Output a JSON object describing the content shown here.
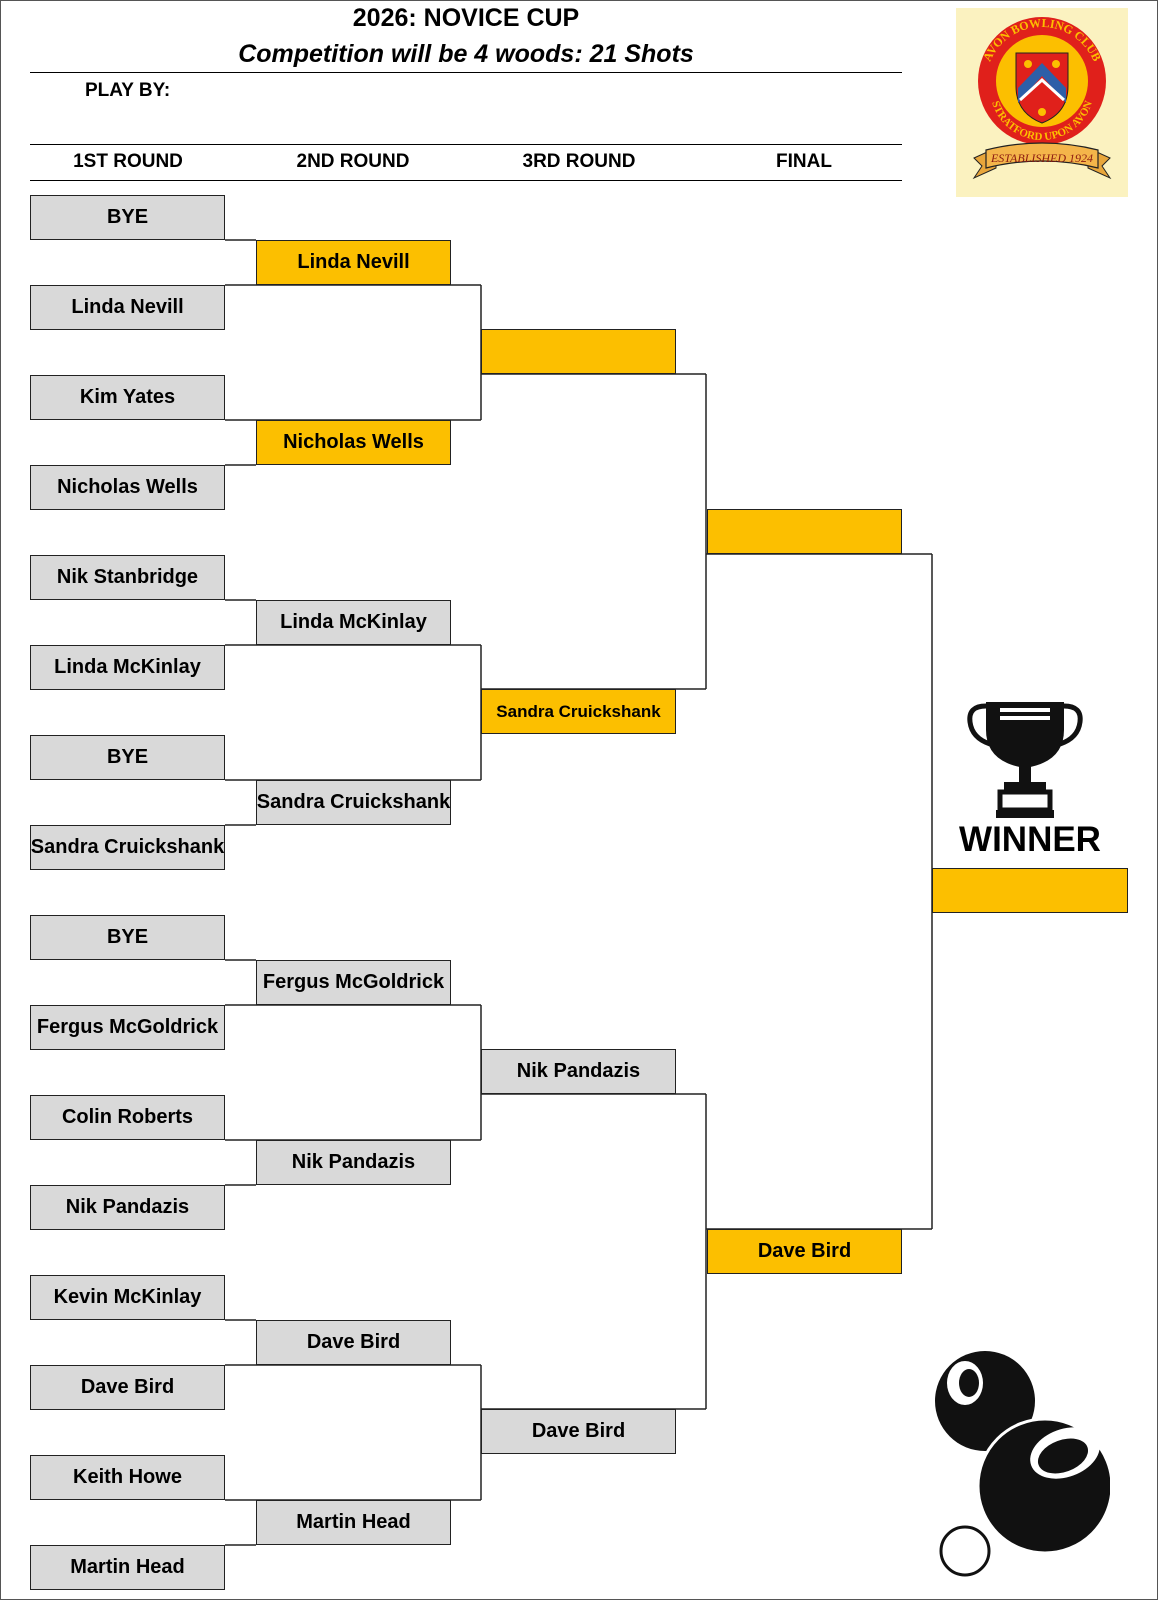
{
  "header": {
    "title": "2026: NOVICE CUP",
    "subtitle": "Competition will be 4 woods: 21 Shots",
    "play_by_label": "PLAY BY:"
  },
  "rounds": [
    "1ST ROUND",
    "2ND ROUND",
    "3RD ROUND",
    "FINAL"
  ],
  "round1": [
    "BYE",
    "Linda Nevill",
    "Kim Yates",
    "Nicholas Wells",
    "Nik Stanbridge",
    "Linda McKinlay",
    "BYE",
    "Sandra Cruickshank",
    "BYE",
    "Fergus McGoldrick",
    "Colin Roberts",
    "Nik Pandazis",
    "Kevin McKinlay",
    "Dave Bird",
    "Keith Howe",
    "Martin Head"
  ],
  "round2": [
    "Linda Nevill",
    "Nicholas Wells",
    "Linda McKinlay",
    "Sandra Cruickshank",
    "Fergus McGoldrick",
    "Nik Pandazis",
    "Dave Bird",
    "Martin Head"
  ],
  "round3": [
    "",
    "Sandra Cruickshank",
    "Nik Pandazis",
    "Dave Bird"
  ],
  "final": [
    "",
    "Dave Bird"
  ],
  "winner": {
    "label": "WINNER",
    "name": ""
  },
  "logo": {
    "top_text": "AVON BOWLING CLUB",
    "bottom_text": "STRATFORD UPON AVON",
    "ribbon_text": "ESTABLISHED 1924"
  },
  "icons": [
    "trophy-icon",
    "bowls-icon",
    "club-crest-logo"
  ],
  "colors": {
    "highlight": "#fcbf00",
    "box_grey": "#d9d9d9",
    "line": "#222222"
  }
}
